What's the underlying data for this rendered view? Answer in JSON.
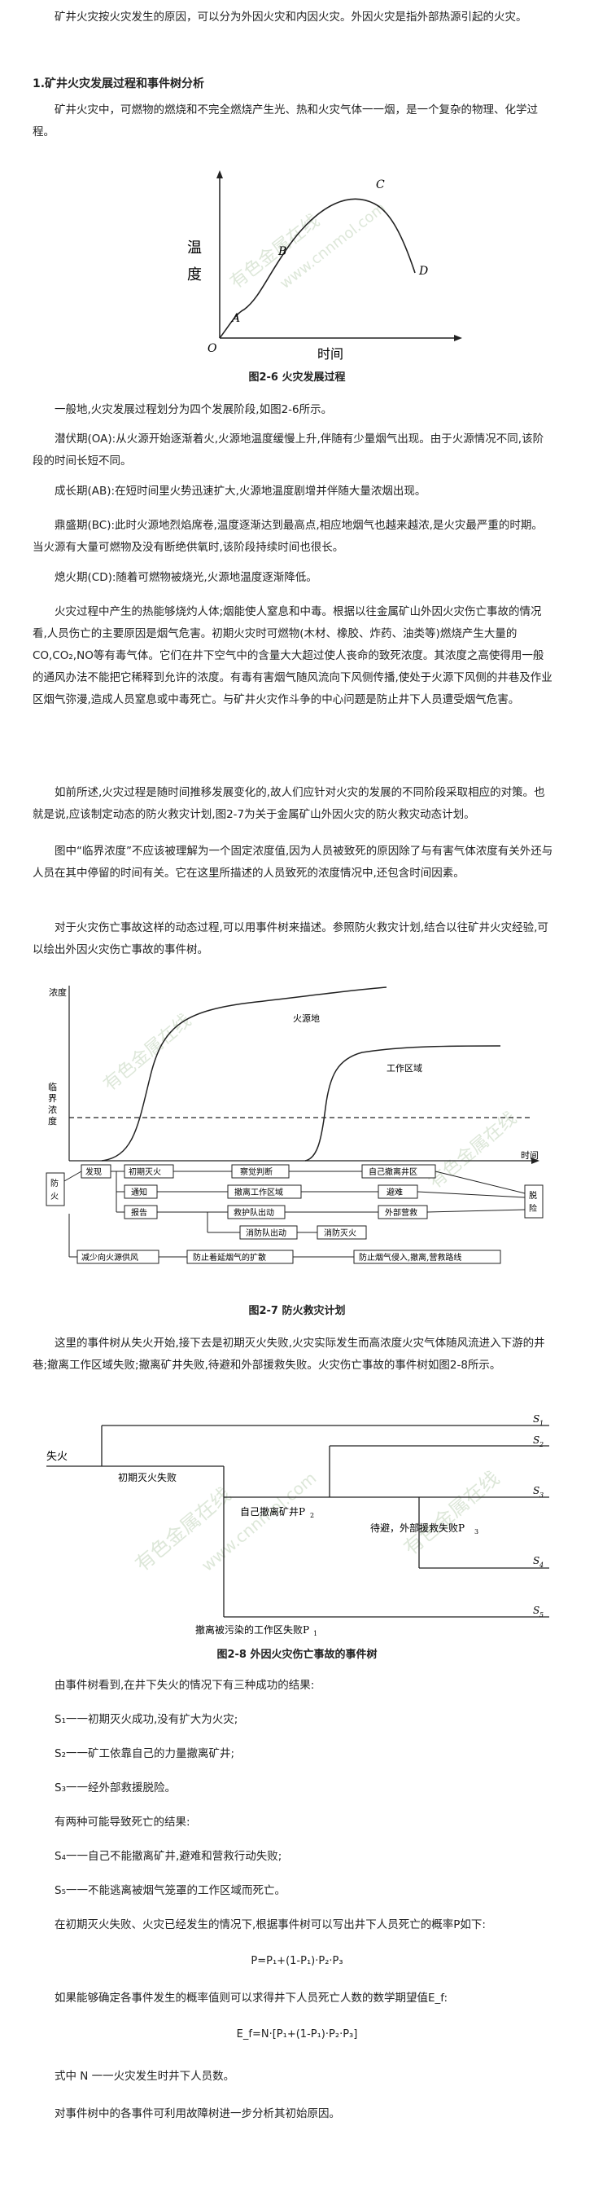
{
  "intro": "矿井火灾按火灾发生的原因，可以分为外因火灾和内因火灾。外因火灾是指外部热源引起的火灾。",
  "section_title": "1.矿井火灾发展过程和事件树分析",
  "p_fire": "矿井火灾中，可燃物的燃烧和不完全燃烧产生光、热和火灾气体一一烟，是一个复杂的物理、化学过程。",
  "fig6": {
    "ylabel1": "温",
    "ylabel2": "度",
    "xlabel": "时间",
    "origin": "O",
    "pA": "A",
    "pB": "B",
    "pC": "C",
    "pD": "D",
    "caption": "图2-6 火灾发展过程",
    "wm1": "有色金属在线",
    "wm2": "www.cnnmol.com"
  },
  "p_stages": "一般地,火灾发展过程划分为四个发展阶段,如图2-6所示。",
  "p_lurk": "潜伏期(OA):从火源开始逐渐着火,火源地温度缓慢上升,伴随有少量烟气出现。由于火源情况不同,该阶段的时间长短不同。",
  "p_grow": "成长期(AB):在短时间里火势迅速扩大,火源地温度剧增并伴随大量浓烟出现。",
  "p_peak": "鼎盛期(BC):此时火源地烈焰席卷,温度逐渐达到最高点,相应地烟气也越来越浓,是火灾最严重的时期。当火源有大量可燃物及没有断绝供氧时,该阶段持续时间也很长。",
  "p_out": "熄火期(CD):随着可燃物被烧光,火源地温度逐渐降低。",
  "p_toxic": "火灾过程中产生的热能够烧灼人体;烟能使人窒息和中毒。根据以往金属矿山外因火灾伤亡事故的情况看,人员伤亡的主要原因是烟气危害。初期火灾时可燃物(木材、橡胶、炸药、油类等)燃烧产生大量的CO,CO₂,NO等有毒气体。它们在井下空气中的含量大大超过使人丧命的致死浓度。其浓度之高使得用一般的通风办法不能把它稀释到允许的浓度。有毒有害烟气随风流向下风侧传播,使处于火源下风侧的井巷及作业区烟气弥漫,造成人员窒息或中毒死亡。与矿井火灾作斗争的中心问题是防止井下人员遭受烟气危害。",
  "p_dynamic": "如前所述,火灾过程是随时间推移发展变化的,故人们应针对火灾的发展的不同阶段采取相应的对策。也就是说,应该制定动态的防火救灾计划,图2-7为关于金属矿山外因火灾的防火救灾动态计划。",
  "p_critical": "图中“临界浓度”不应该被理解为一个固定浓度值,因为人员被致死的原因除了与有害气体浓度有关外还与人员在其中停留的时间有关。它在这里所描述的人员致死的浓度情况中,还包含时间因素。",
  "p_tree_intro": "对于火灾伤亡事故这样的动态过程,可以用事件树来描述。参照防火救灾计划,结合以往矿井火灾经验,可以绘出外因火灾伤亡事故的事件树。",
  "fig7": {
    "y_label": "浓度",
    "critical1": "临",
    "critical2": "界",
    "critical3": "浓",
    "critical4": "度",
    "fire_source": "火源地",
    "work_area": "工作区域",
    "time": "时间",
    "fanghuo1": "防",
    "fanghuo2": "火",
    "fangtuo1": "脱",
    "fangtuo2": "险",
    "b_discover": "发现",
    "b_initial": "初期灭火",
    "b_judge": "察觉判断",
    "b_evac_self": "自己撤离井区",
    "b_notify": "通知",
    "b_evac_work": "撤离工作区域",
    "b_shelter": "避难",
    "b_report": "报告",
    "b_rescue_out": "救护队出动",
    "b_outside": "外部营救",
    "b_fire_out": "消防队出动",
    "b_fire_fight": "消防灭火",
    "b_reduce": "减少向火源供风",
    "b_prevent": "防止着延烟气的扩散",
    "b_stop": "防止烟气侵入,撤离,营救路线",
    "caption": "图2-7 防火救灾计划"
  },
  "p_tree": "这里的事件树从失火开始,接下去是初期灭火失败,火灾实际发生而高浓度火灾气体随风流进入下游的井巷;撤离工作区域失败;撤离矿井失败,待避和外部援救失败。火灾伤亡事故的事件树如图2-8所示。",
  "fig8": {
    "fire": "失火",
    "initial_fail": "初期灭火失败",
    "self_evac": "自己撤离矿井P",
    "wait": "待避，外部援救失败P",
    "evac_fail": "撤离被污染的工作区失败P",
    "s1": "S",
    "s2": "S",
    "s3": "S",
    "s4": "S",
    "s5": "S",
    "caption": "图2-8 外因火灾伤亡事故的事件树"
  },
  "p_three": "由事件树看到,在井下失火的情况下有三种成功的结果:",
  "res1": "S₁一一初期灭火成功,没有扩大为火灾;",
  "res2": "S₂一一矿工依靠自己的力量撤离矿井;",
  "res3": "S₃一一经外部救援脱险。",
  "p_two": "有两种可能导致死亡的结果:",
  "res4": "S₄一一自己不能撤离矿井,避难和营救行动失败;",
  "res5": "S₅一一不能逃离被烟气笼罩的工作区域而死亡。",
  "p_prob": "在初期灭火失败、火灾已经发生的情况下,根据事件树可以写出井下人员死亡的概率P如下:",
  "formula1": "P=P₁+(1-P₁)·P₂·P₃",
  "p_expect": "如果能够确定各事件发生的概率值则可以求得井下人员死亡人数的数学期望值E_f:",
  "formula2": "E_f=N·[P₁+(1-P₁)·P₂·P₃]",
  "p_n": "式中 N 一一火灾发生时井下人员数。",
  "p_last": "对事件树中的各事件可利用故障树进一步分析其初始原因。"
}
